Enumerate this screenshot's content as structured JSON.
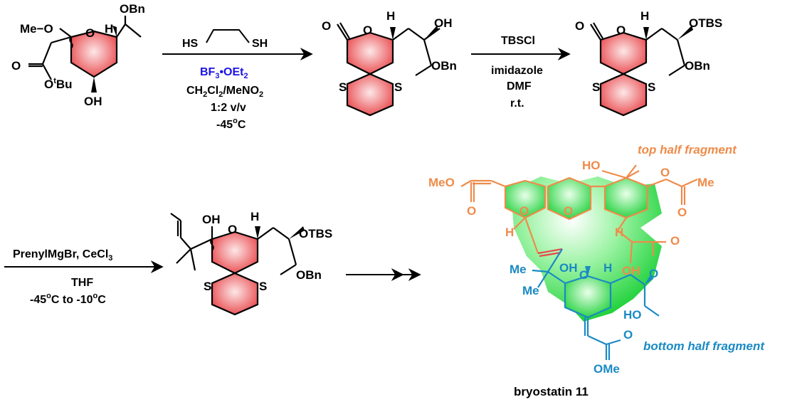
{
  "colors": {
    "ring_red": "#e8474b",
    "ring_red_light": "#fde7e8",
    "ring_green": "#1fd13a",
    "ring_green_light": "#e9ffe9",
    "top_half": "#ef8b4a",
    "bottom_half": "#1a8ac4",
    "lewis_acid": "#1a12e6"
  },
  "compound1": {
    "meo": "Me−O",
    "obn": "OBn",
    "h": "H",
    "o_ring": "O",
    "o_carbonyl": "O",
    "otbu_o": "O",
    "otbu_t": "t",
    "otbu_bu": "Bu",
    "oh": "OH"
  },
  "step1": {
    "reagent_hs1": "HS",
    "reagent_hs2": "SH",
    "bf3": "BF",
    "bf3_sub": "3",
    "bf3_rest": "•OEt",
    "bf3_sub2": "2",
    "solvent_a": "CH",
    "solvent_sub1": "2",
    "solvent_b": "Cl",
    "solvent_sub2": "2",
    "solvent_c": "/MeNO",
    "solvent_sub3": "2",
    "ratio": "1:2 v/v",
    "temp_a": "-45",
    "temp_sup": "o",
    "temp_b": "C"
  },
  "compound2": {
    "o_carbonyl": "O",
    "o_ring": "O",
    "h": "H",
    "oh": "OH",
    "obn": "OBn",
    "s1": "S",
    "s2": "S"
  },
  "step2": {
    "reagent": "TBSCl",
    "base": "imidazole",
    "solvent": "DMF",
    "temp": "r.t."
  },
  "compound3": {
    "o_carbonyl": "O",
    "o_ring": "O",
    "h": "H",
    "otbs": "OTBS",
    "obn": "OBn",
    "s1": "S",
    "s2": "S"
  },
  "step3": {
    "reagent_a": "PrenylMgBr, CeCl",
    "reagent_sub": "3",
    "solvent": "THF",
    "temp_a": "-45",
    "temp_sup1": "o",
    "temp_b": "C to -10",
    "temp_sup2": "o",
    "temp_c": "C"
  },
  "compound4": {
    "oh": "OH",
    "o_ring": "O",
    "h": "H",
    "otbs": "OTBS",
    "obn": "OBn",
    "s1": "S",
    "s2": "S"
  },
  "bryostatin": {
    "top_label": "top half fragment",
    "bottom_label": "bottom half fragment",
    "name": "bryostatin 11",
    "meo": "MeO",
    "o_ester_top": "O",
    "ho": "HO",
    "o_acetate": "O",
    "me_acetate": "Me",
    "o_acetate_co": "O",
    "o_ring1": "O",
    "o_ring2": "O",
    "h_left": "H",
    "h_right": "H",
    "o_lactone_co": "O",
    "oh_center": "OH",
    "o_lactone": "O",
    "me1": "Me",
    "me2": "Me",
    "oh_bottom": "OH",
    "o_ring3": "O",
    "h_bottom": "H",
    "ho_side": "HO",
    "o_ester_bottom": "O",
    "ome": "OMe"
  }
}
